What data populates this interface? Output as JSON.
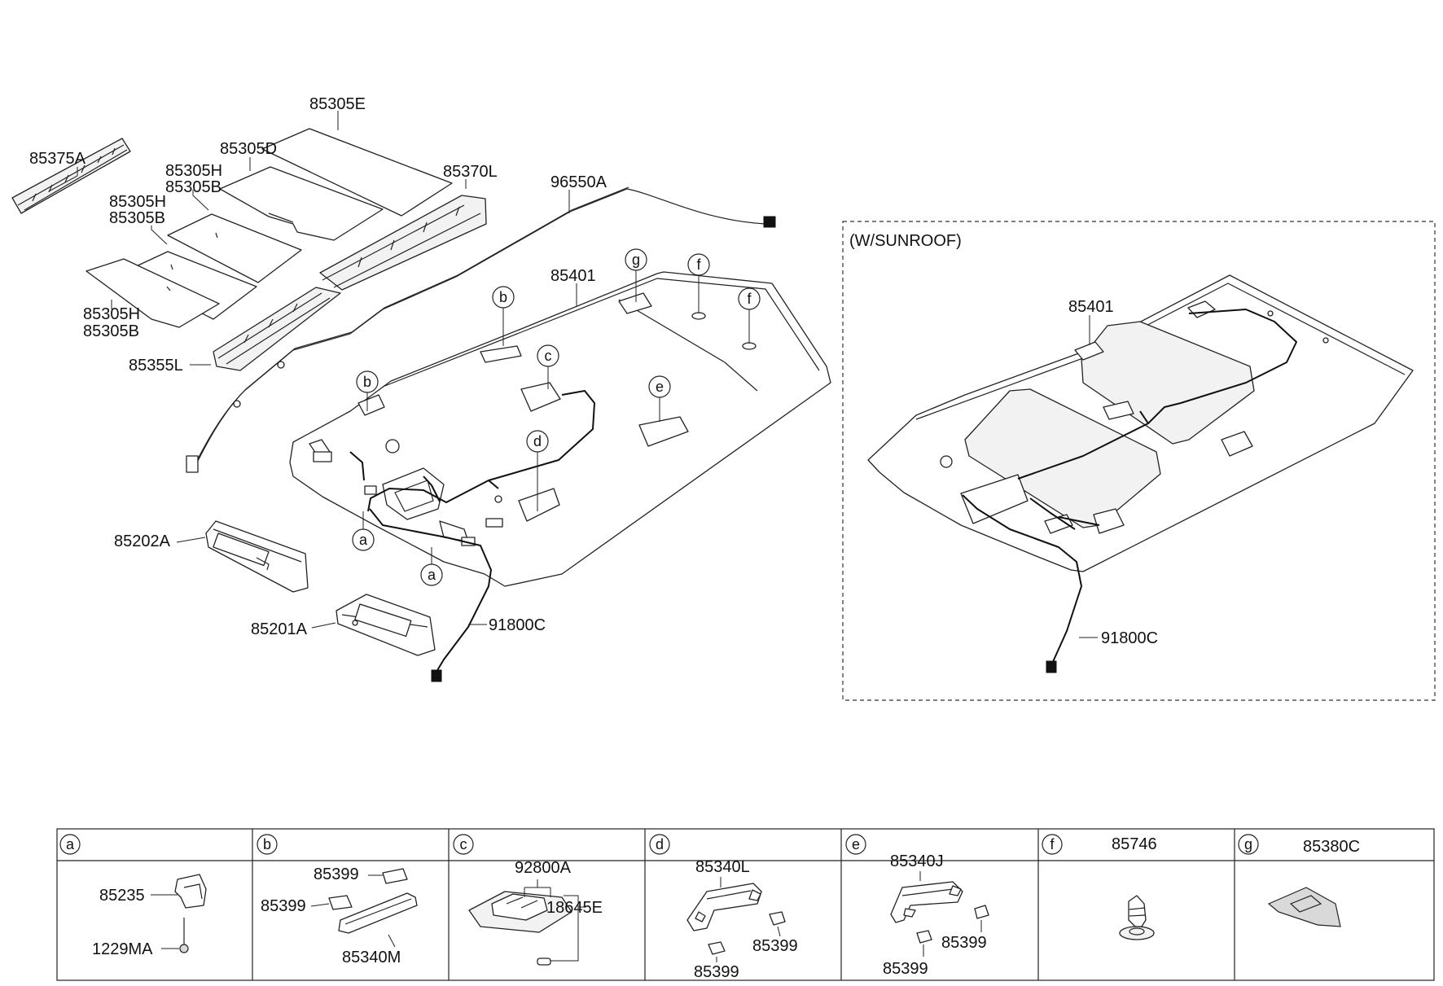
{
  "main_labels": {
    "l_85305E": "85305E",
    "l_85305D": "85305D",
    "l_85375A": "85375A",
    "l_85305H_1": "85305H",
    "l_85305B_1": "85305B",
    "l_85370L": "85370L",
    "l_85305H_2": "85305H",
    "l_85305B_2": "85305B",
    "l_96550A": "96550A",
    "l_85401": "85401",
    "l_85305H_3": "85305H",
    "l_85305B_3": "85305B",
    "l_85355L": "85355L",
    "l_85202A": "85202A",
    "l_85201A": "85201A",
    "l_91800C": "91800C"
  },
  "main_callouts": {
    "c_g": "g",
    "c_f1": "f",
    "c_f2": "f",
    "c_b1": "b",
    "c_b2": "b",
    "c_c": "c",
    "c_e": "e",
    "c_d": "d",
    "c_a1": "a",
    "c_a2": "a"
  },
  "sunroof": {
    "title": "(W/SUNROOF)",
    "headliner": "85401",
    "wiring": "91800C"
  },
  "legend": {
    "cells": [
      {
        "letter": "a",
        "header_part": "",
        "labels": [
          "85235",
          "1229MA"
        ]
      },
      {
        "letter": "b",
        "header_part": "",
        "labels": [
          "85399",
          "85399",
          "85340M"
        ]
      },
      {
        "letter": "c",
        "header_part": "",
        "labels": [
          "92800A",
          "18645E"
        ]
      },
      {
        "letter": "d",
        "header_part": "",
        "labels": [
          "85340L",
          "85399",
          "85399"
        ]
      },
      {
        "letter": "e",
        "header_part": "",
        "labels": [
          "85340J",
          "85399",
          "85399"
        ]
      },
      {
        "letter": "f",
        "header_part": "85746",
        "labels": []
      },
      {
        "letter": "g",
        "header_part": "85380C",
        "labels": []
      }
    ]
  }
}
